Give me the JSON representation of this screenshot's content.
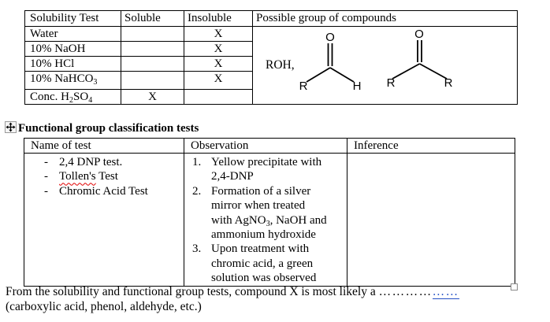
{
  "solubility_table": {
    "headers": [
      "Solubility Test",
      "Soluble",
      "Insoluble",
      "Possible group of compounds"
    ],
    "rows": [
      {
        "label": [
          {
            "t": "Water"
          }
        ],
        "soluble": "",
        "insoluble": "X"
      },
      {
        "label": [
          {
            "t": "10% NaOH"
          }
        ],
        "soluble": "",
        "insoluble": "X"
      },
      {
        "label": [
          {
            "t": "10% HCl"
          }
        ],
        "soluble": "",
        "insoluble": "X"
      },
      {
        "label": [
          {
            "t": "10% NaHCO"
          },
          {
            "t": "3",
            "sub": true
          }
        ],
        "soluble": "",
        "insoluble": "X"
      },
      {
        "label": [
          {
            "t": "Conc. H"
          },
          {
            "t": "2",
            "sub": true
          },
          {
            "t": "SO"
          },
          {
            "t": "4",
            "sub": true
          }
        ],
        "soluble": "X",
        "insoluble": ""
      }
    ],
    "compounds": {
      "roh": "ROH,",
      "aldehyde": {
        "top": "O",
        "left": "R",
        "right": "H"
      },
      "ketone": {
        "top": "O",
        "left": "R",
        "right": "R"
      }
    }
  },
  "section": {
    "title": "Functional group classification tests"
  },
  "classification_table": {
    "headers": [
      "Name of test",
      "Observation",
      "Inference"
    ],
    "tests": [
      {
        "marker": "-",
        "segments": [
          {
            "t": "2,4 DNP test."
          }
        ]
      },
      {
        "marker": "-",
        "segments": [
          {
            "t": "Tollen's",
            "cls": "spell"
          },
          {
            "t": " Test"
          }
        ]
      },
      {
        "marker": "-",
        "segments": [
          {
            "t": "Chromic Acid Test"
          }
        ]
      }
    ],
    "observations": [
      {
        "num": "1.",
        "lines": [
          [
            {
              "t": "Yellow precipitate with"
            }
          ],
          [
            {
              "t": "2,4-DNP"
            }
          ]
        ]
      },
      {
        "num": "2.",
        "lines": [
          [
            {
              "t": "Formation of a silver"
            }
          ],
          [
            {
              "t": "mirror when treated"
            }
          ],
          [
            {
              "t": "with AgNO"
            },
            {
              "t": "3",
              "sub": true
            },
            {
              "t": ", NaOH and"
            }
          ],
          [
            {
              "t": "ammonium hydroxide"
            }
          ]
        ]
      },
      {
        "num": "3.",
        "lines": [
          [
            {
              "t": "Upon treatment with"
            }
          ],
          [
            {
              "t": "chromic acid, a green"
            }
          ],
          [
            {
              "t": "solution was observed"
            }
          ]
        ]
      }
    ],
    "inference": ""
  },
  "footer": {
    "line1": [
      {
        "t": "From the solubility and functional group tests, compound X is most likely a "
      },
      {
        "t": "…………",
        "cls": "dots"
      },
      {
        "t": "……",
        "cls": "dots-ins"
      }
    ],
    "line2": "(carboxylic acid, phenol, aldehyde, etc.)"
  },
  "icons": {
    "move_handle": "four-way-move-arrows",
    "resize_handle": "table-resize-square"
  },
  "colors": {
    "insert_blue": "#2451c6",
    "spell_red": "#e00000",
    "border": "#000000"
  }
}
